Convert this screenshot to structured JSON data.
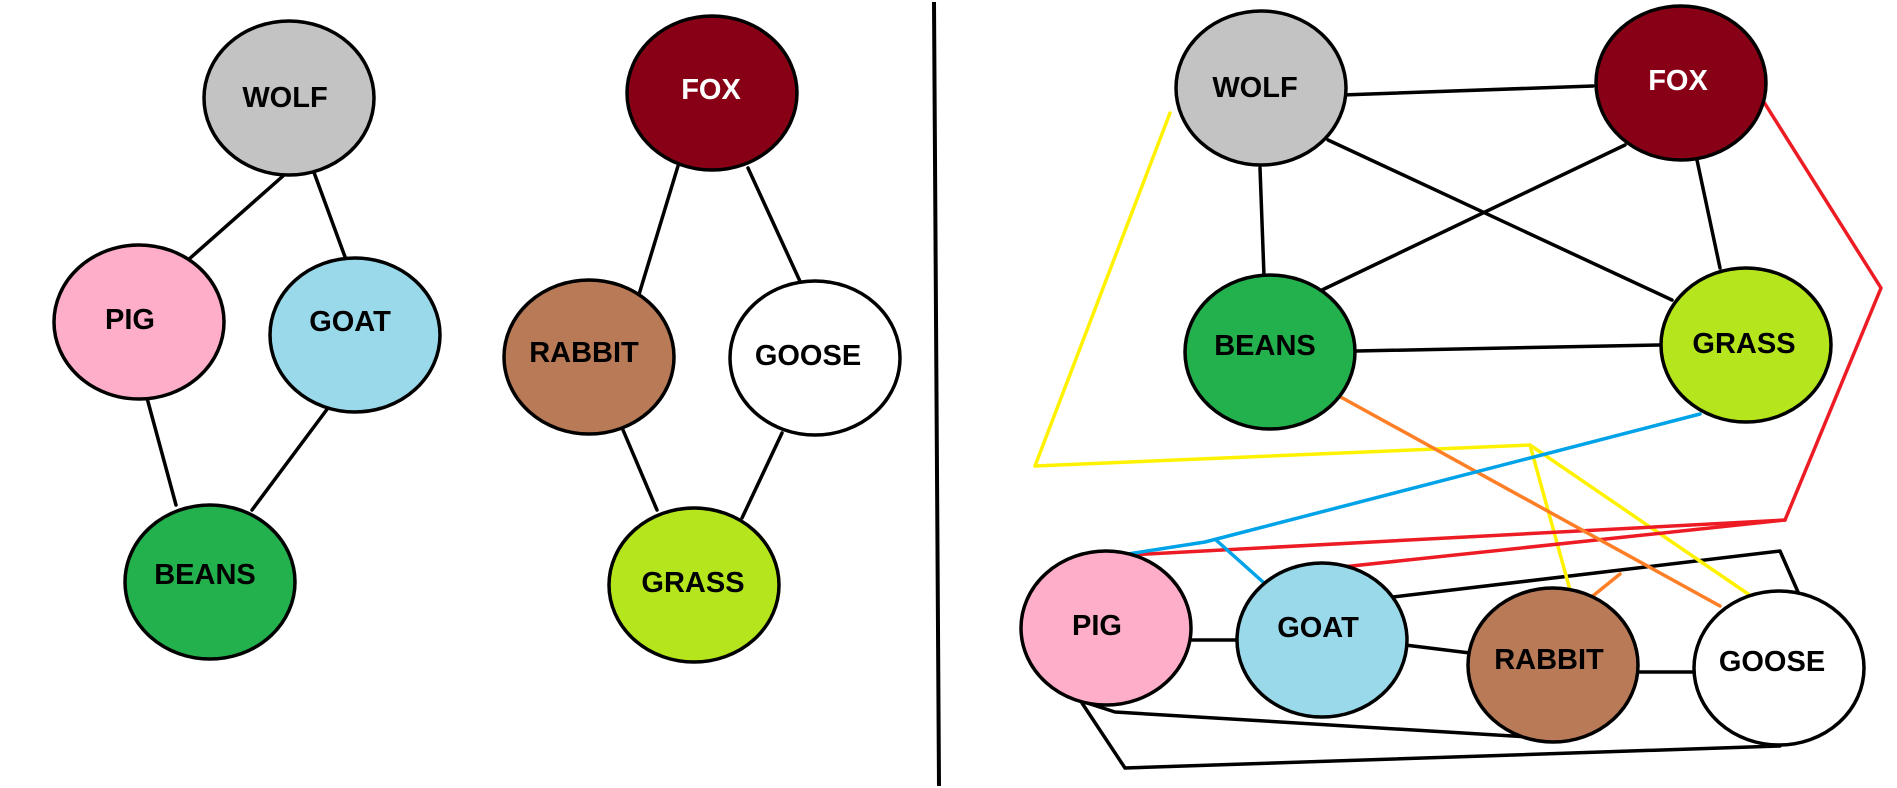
{
  "colors": {
    "wolf": "#c3c3c3",
    "fox": "#880015",
    "pig": "#ffaec9",
    "goat": "#99d9ea",
    "beans": "#22b14c",
    "grass": "#b5e61d",
    "rabbit": "#b97a57",
    "goose": "#ffffff",
    "outline": "#000000",
    "label_dark": "#000000",
    "label_light": "#ffffff",
    "edge_black": "#000000",
    "edge_yellow": "#fff200",
    "edge_red": "#ed1c24",
    "edge_orange": "#ff7f27",
    "edge_blue": "#00a2e8"
  },
  "left_graph_1": {
    "wolf": "WOLF",
    "pig": "PIG",
    "goat": "GOAT",
    "beans": "BEANS"
  },
  "left_graph_2": {
    "fox": "FOX",
    "rabbit": "RABBIT",
    "goose": "GOOSE",
    "grass": "GRASS"
  },
  "right_graph": {
    "wolf": "WOLF",
    "fox": "FOX",
    "beans": "BEANS",
    "grass": "GRASS",
    "pig": "PIG",
    "goat": "GOAT",
    "rabbit": "RABBIT",
    "goose": "GOOSE"
  }
}
